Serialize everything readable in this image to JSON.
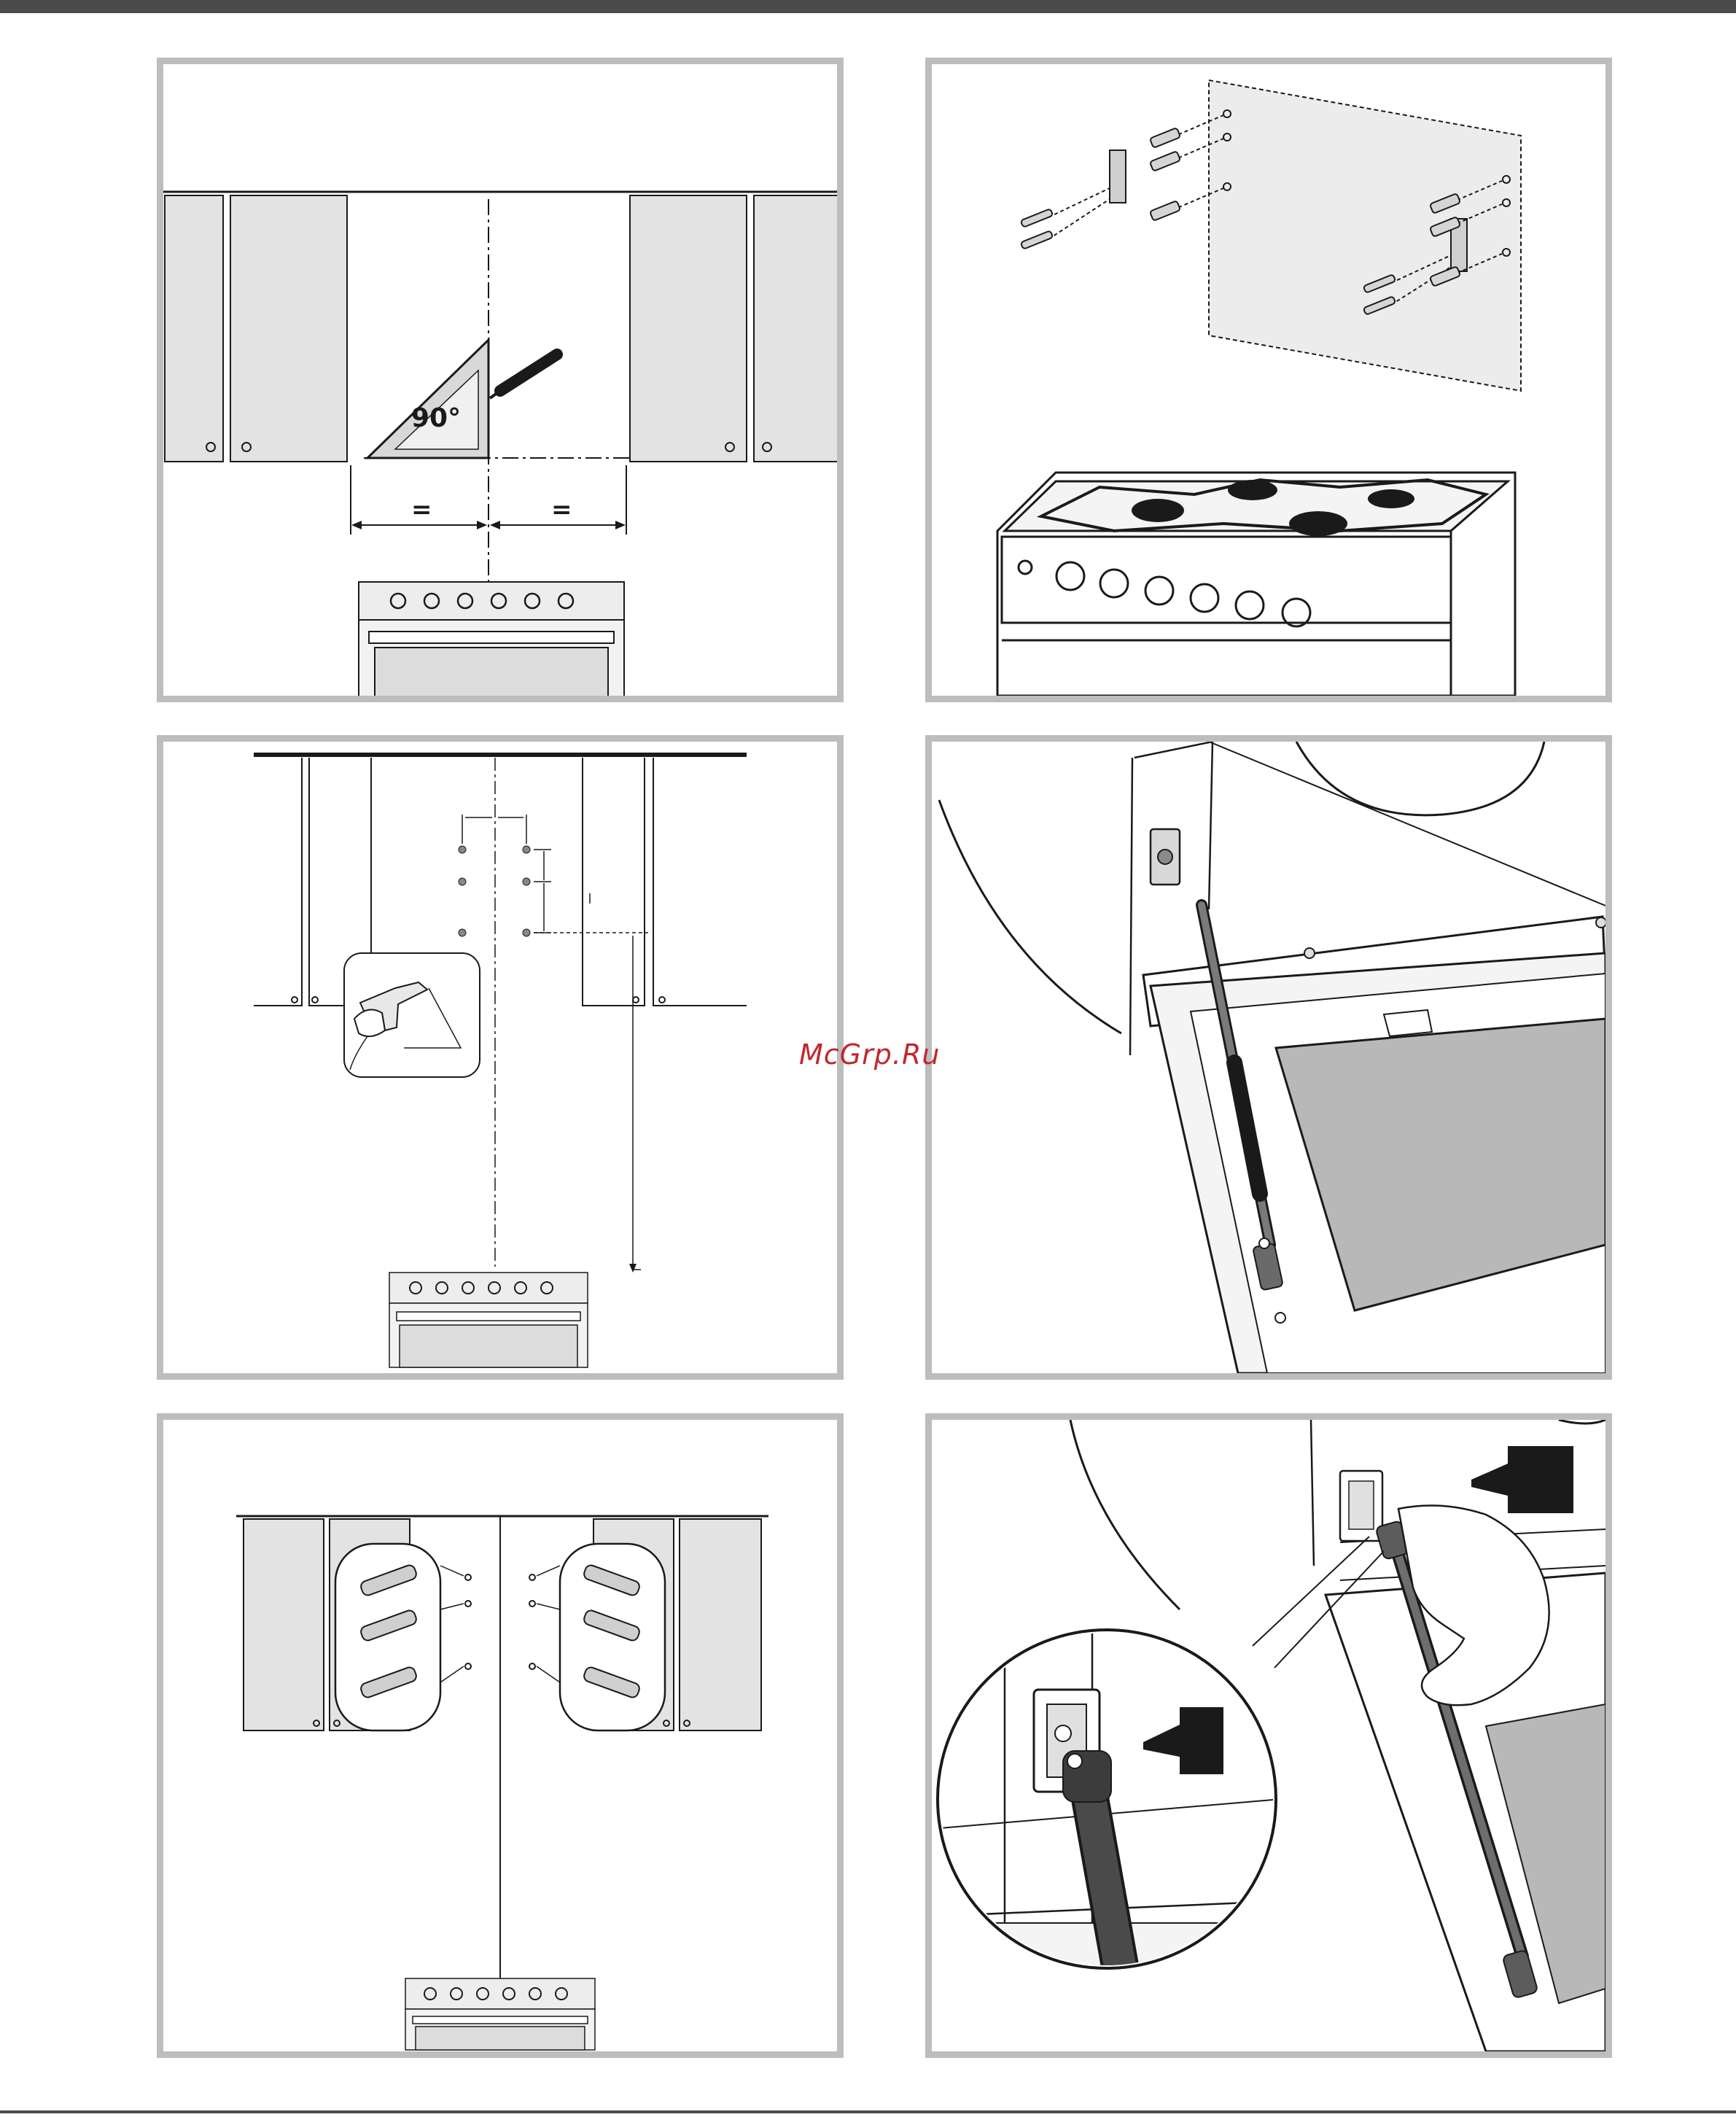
{
  "watermark": "McGrp.Ru",
  "panel1": {
    "angle_label": "90°",
    "equal_left": "=",
    "equal_right": "="
  },
  "colors": {
    "panel_border": "#bdbdbd",
    "cabinet_fill": "#e3e3e3",
    "line": "#1a1a1a",
    "accent_watermark": "#c2272d",
    "bar": "#4b4b4d"
  },
  "figures": [
    {
      "id": "p1",
      "content": "centerline-marking"
    },
    {
      "id": "p2",
      "content": "wall-brackets-fixing"
    },
    {
      "id": "p3",
      "content": "drilling-holes"
    },
    {
      "id": "p4",
      "content": "gas-strut-detail"
    },
    {
      "id": "p5",
      "content": "wall-plugs-insertion"
    },
    {
      "id": "p6",
      "content": "strut-attachment"
    }
  ]
}
